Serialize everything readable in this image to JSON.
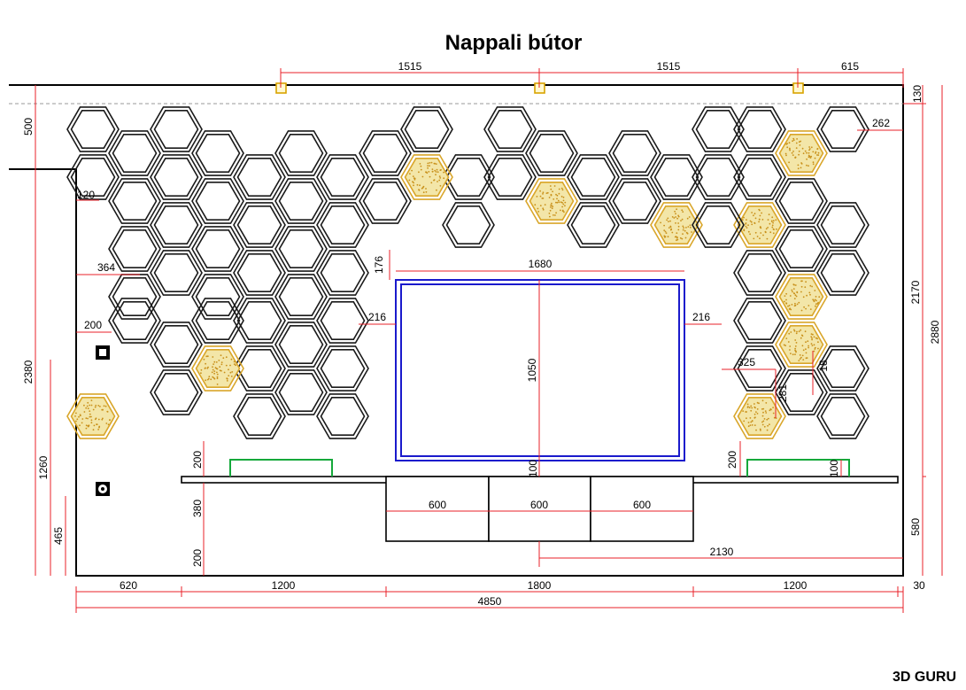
{
  "title": "Nappali bútor",
  "brand": "3D GURU",
  "colors": {
    "dimension": "#e8202a",
    "tv": "#1a1acc",
    "led": "#14a83a",
    "gold": "#d9a62a",
    "wall": "#000000"
  },
  "dimensions": {
    "top_spacing_1": "1515",
    "top_spacing_2": "1515",
    "top_right": "615",
    "top_offset": "130",
    "left_top": "500",
    "right_inset": "262",
    "left_inset": "120",
    "left_364": "364",
    "left_200": "200",
    "tv_above": "176",
    "tv_width": "1680",
    "tv_height": "1050",
    "tv_left_gap": "216",
    "tv_right_gap": "216",
    "hex_width": "325",
    "hex_height": "281",
    "hex_gap": "18",
    "shelf_gap_left": "200",
    "shelf_gap_right": "200",
    "tv_bottom_gap": "100",
    "led_gap": "100",
    "cabinet_height": "380",
    "floor_gap": "200",
    "cab_1": "600",
    "cab_2": "600",
    "cab_3": "600",
    "right_2130": "2130",
    "left_height_2380": "2380",
    "left_height_1260": "1260",
    "left_height_465": "465",
    "right_height_2170": "2170",
    "right_height_2880": "2880",
    "right_580": "580",
    "bottom_620": "620",
    "bottom_1200_a": "1200",
    "bottom_1800": "1800",
    "bottom_1200_b": "1200",
    "bottom_30": "30",
    "total_width": "4850"
  },
  "icons": {
    "switch": "square-switch-icon",
    "socket": "socket-icon"
  }
}
